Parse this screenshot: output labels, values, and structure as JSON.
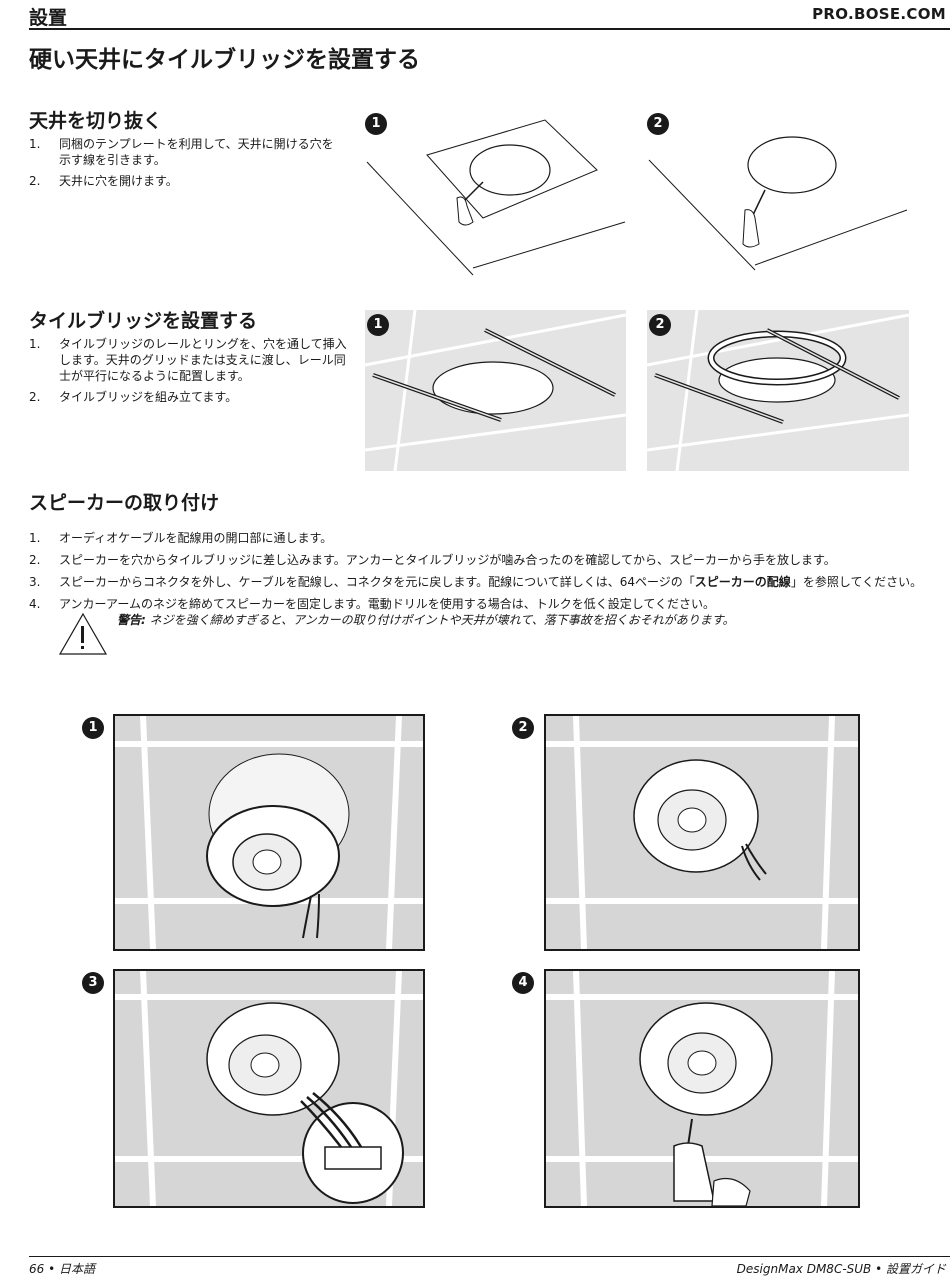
{
  "header": {
    "section": "設置",
    "site": "PRO.BOSE.COM"
  },
  "page_title": "硬い天井にタイルブリッジを設置する",
  "cut": {
    "title": "天井を切り抜く",
    "steps": [
      {
        "num": "1.",
        "text": "同梱のテンプレートを利用して、天井に開ける穴を示す線を引きます。"
      },
      {
        "num": "2.",
        "text": "天井に穴を開けます。"
      }
    ]
  },
  "bridge": {
    "title": "タイルブリッジを設置する",
    "steps": [
      {
        "num": "1.",
        "text": "タイルブリッジのレールとリングを、穴を通して挿入します。天井のグリッドまたは支えに渡し、レール同士が平行になるように配置します。"
      },
      {
        "num": "2.",
        "text": "タイルブリッジを組み立てます。"
      }
    ]
  },
  "mount": {
    "title": "スピーカーの取り付け",
    "steps": [
      {
        "num": "1.",
        "text": "オーディオケーブルを配線用の開口部に通します。"
      },
      {
        "num": "2.",
        "text": "スピーカーを穴からタイルブリッジに差し込みます。アンカーとタイルブリッジが噛み合ったのを確認してから、スピーカーから手を放します。"
      },
      {
        "num": "3.",
        "text_before": "スピーカーからコネクタを外し、ケーブルを配線し、コネクタを元に戻します。配線について詳しくは、64ページの「",
        "link": "スピーカーの配線",
        "text_after": "」を参照してください。"
      },
      {
        "num": "4.",
        "text": "アンカーアームのネジを締めてスピーカーを固定します。電動ドリルを使用する場合は、トルクを低く設定してください。"
      }
    ],
    "warning_label": "警告:",
    "warning_text": "ネジを強く締めすぎると、アンカーの取り付けポイントや天井が壊れて、落下事故を招くおそれがあります。"
  },
  "badges": {
    "b1": "1",
    "b2": "2",
    "b3": "3",
    "b4": "4"
  },
  "footer": {
    "left": "66 • 日本語",
    "right": "DesignMax DM8C-SUB • 設置ガイド"
  },
  "colors": {
    "ink": "#1a1a1a",
    "panel_gray": "#e4e4e4",
    "tile_gray": "#d6d6d6"
  }
}
